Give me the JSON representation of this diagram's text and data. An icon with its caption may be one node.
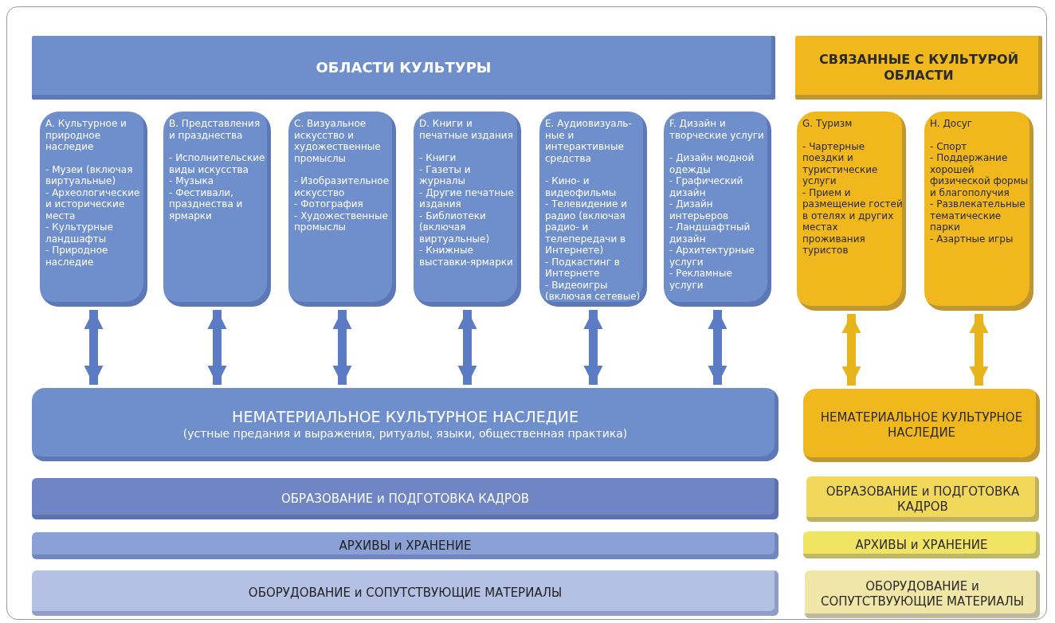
{
  "diagram": {
    "nodes": [
      {
        "text": [
          "ОБЛАСТИ КУЛЬТУРЫ"
        ]
      },
      {
        "text": [
          "A. Культурное и природное наследие",
          "- Музеи (включая виртуальные)",
          "- Археологические и исторические места",
          "- Культурные ландшафты",
          "- Природное наследие"
        ]
      },
      {
        "text": [
          "B. Представления и празднества",
          "- Исполнительские виды искусства",
          "- Музыка",
          "- Фестивали, празднества и ярмарки"
        ]
      },
      {
        "text": [
          "C. Визуальное искусство и художественные промыслы",
          "- Изобразительное искусство",
          "- Фотография",
          "- Художественные промыслы"
        ]
      },
      {
        "text": [
          "D. Книги и печатные издания",
          "- Книги",
          "- Газеты и журналы",
          "- Другие печатные издания",
          "- Библиотеки (включая виртуальные)",
          "- Книжные выставки-ярмарки"
        ]
      },
      {
        "text": [
          "E. Аудиовизуаль- ные и интерактивные средства",
          "- Кино- и видеофильмы",
          "- Телевидение и радио (включая радио- и телепередачи в Интернете)",
          "- Подкастинг в Интернете",
          "- Видеоигры (включая сетевые)"
        ]
      },
      {
        "text": [
          "F. Дизайн и творческие услуги",
          "- Дизайн модной одежды",
          "- Графический дизайн",
          "- Дизайн интерьеров",
          "- Ландшафтный дизайн",
          "- Архитектурные услуги",
          "- Рекламные услуги"
        ]
      },
      {
        "text": [
          "НЕМАТЕРИАЛЬНОЕ КУЛЬТУРНОЕ НАСЛЕДИЕ",
          "(устные предания и выражения, ритуалы, языки, общественная практика)"
        ]
      },
      {
        "text": [
          "ОБРАЗОВАНИЕ и ПОДГОТОВКА КАДРОВ"
        ]
      },
      {
        "text": [
          "АРХИВЫ и ХРАНЕНИЕ"
        ]
      },
      {
        "text": [
          "ОБОРУДОВАНИЕ и СОПУТСТВУЮЩИЕ МАТЕРИАЛЫ"
        ]
      },
      {
        "text": [
          "СВЯЗАННЫЕ С КУЛЬТУРОЙ ОБЛАСТИ"
        ]
      },
      {
        "text": [
          "G. Туризм",
          "- Чартерные поездки и туристические услуги",
          "- Прием и размещение гостей в отелях и других местах проживания туристов"
        ]
      },
      {
        "text": [
          "H. Досуг",
          "- Спорт",
          "- Поддержание хорошей физической формы и благополучия",
          "- Развлекательные тематические парки",
          "- Азартные игры"
        ]
      },
      {
        "text": [
          "НЕМАТЕРИАЛЬНОЕ КУЛЬТУРНОЕ НАСЛЕДИЕ"
        ]
      },
      {
        "text": [
          "ОБРАЗОВАНИЕ и ПОДГОТОВКА КАДРОВ"
        ]
      },
      {
        "text": [
          "АРХИВЫ и ХРАНЕНИЕ"
        ]
      },
      {
        "text": [
          "ОБОРУДОВАНИЕ и СОПУТСТВУУЮЩИЕ МАТЕРИАЛЫ"
        ]
      }
    ],
    "edges": [
      {
        "from": 1,
        "to": 7,
        "arrow": "both"
      },
      {
        "from": 2,
        "to": 7,
        "arrow": "both"
      },
      {
        "from": 3,
        "to": 7,
        "arrow": "both"
      },
      {
        "from": 4,
        "to": 7,
        "arrow": "both"
      },
      {
        "from": 5,
        "to": 7,
        "arrow": "both"
      },
      {
        "from": 6,
        "to": 7,
        "arrow": "both"
      },
      {
        "from": 12,
        "to": 14,
        "arrow": "both",
        "color": "#e8b41c"
      },
      {
        "from": 13,
        "to": 14,
        "arrow": "both",
        "color": "#e8b41c"
      }
    ]
  }
}
